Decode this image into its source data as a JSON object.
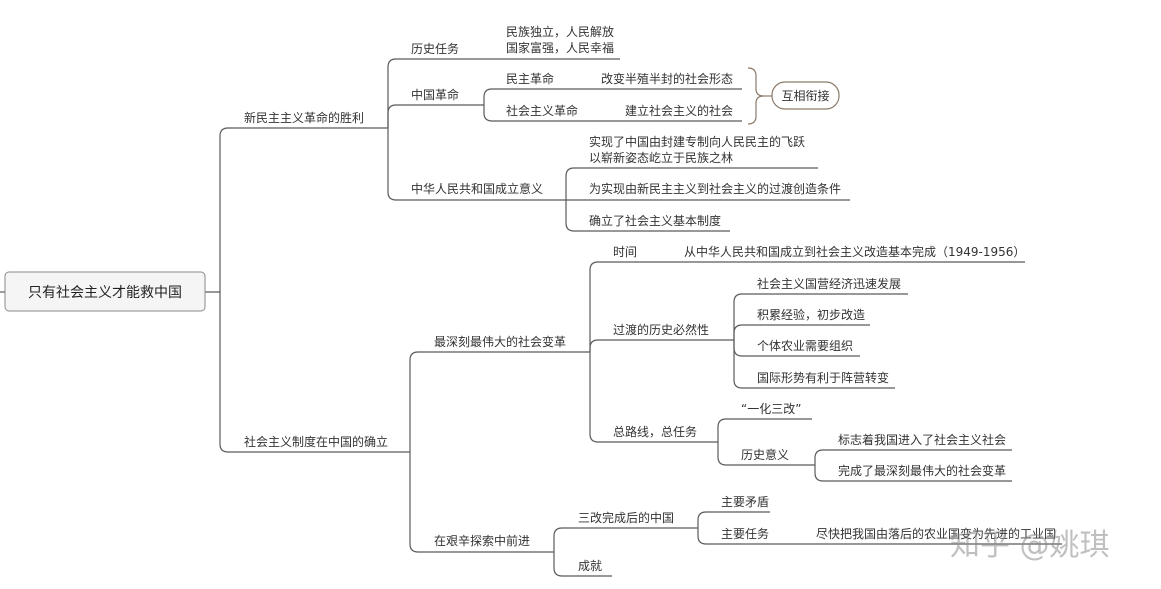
{
  "root": {
    "label": "只有社会主义才能救中国"
  },
  "new_democratic": {
    "label": "新民主主义革命的胜利",
    "historical_task": {
      "label": "历史任务",
      "line1": "民族独立，人民解放",
      "line2": "国家富强，人民幸福"
    },
    "chinese_revolution": {
      "label": "中国革命",
      "democratic": {
        "label": "民主革命",
        "detail": "改变半殖半封的社会形态"
      },
      "socialist": {
        "label": "社会主义革命",
        "detail": "建立社会主义的社会"
      },
      "relation": "互相衔接"
    },
    "founding_significance": {
      "label": "中华人民共和国成立意义",
      "points": [
        {
          "line1": "实现了中国由封建专制向人民民主的飞跃",
          "line2": "以崭新姿态屹立于民族之林"
        },
        {
          "line1": "为实现由新民主主义到社会主义的过渡创造条件"
        },
        {
          "line1": "确立了社会主义基本制度"
        }
      ]
    }
  },
  "socialist_system": {
    "label": "社会主义制度在中国的确立",
    "great_change": {
      "label": "最深刻最伟大的社会变革",
      "time": {
        "label": "时间",
        "detail": "从中华人民共和国成立到社会主义改造基本完成（1949-1956）"
      },
      "necessity": {
        "label": "过渡的历史必然性",
        "points": [
          "社会主义国营经济迅速发展",
          "积累经验，初步改造",
          "个体农业需要组织",
          "国际形势有利于阵营转变"
        ]
      },
      "general_line": {
        "label": "总路线，总任务",
        "slogan": "“一化三改”",
        "significance": {
          "label": "历史意义",
          "points": [
            "标志着我国进入了社会主义社会",
            "完成了最深刻最伟大的社会变革"
          ]
        }
      }
    },
    "exploration": {
      "label": "在艰辛探索中前进",
      "after_reform": {
        "label": "三改完成后的中国",
        "main_contradiction": {
          "label": "主要矛盾"
        },
        "main_task": {
          "label": "主要任务",
          "detail": "尽快把我国由落后的农业国变为先进的工业国"
        }
      },
      "achievements": {
        "label": "成就"
      }
    }
  },
  "watermark": "知乎 @姚琪"
}
